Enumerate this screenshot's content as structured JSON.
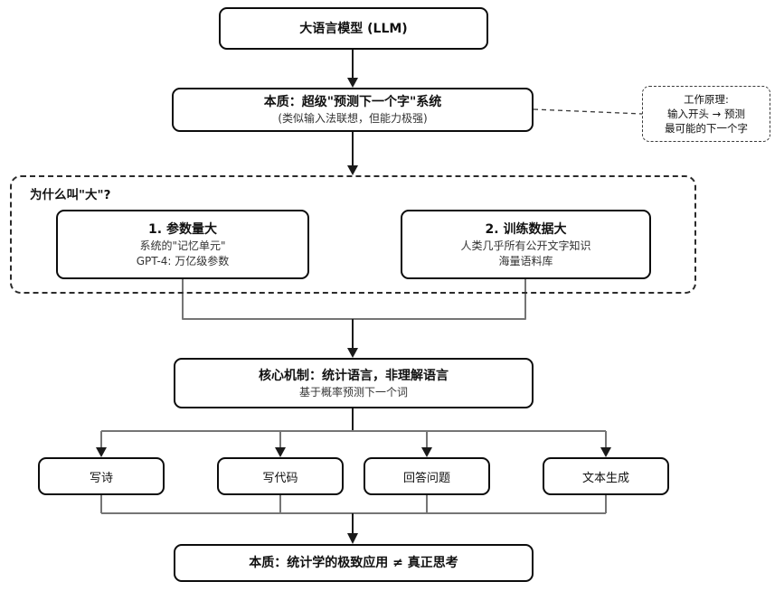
{
  "colors": {
    "box_border": "#0c0c0c",
    "dashed_border": "#2b2b2b",
    "main_arrow": "#1a1a1a",
    "merge_line": "#757575",
    "secondary_text": "#333333",
    "background": "#ffffff"
  },
  "nodes": {
    "llm": {
      "title": "大语言模型 (LLM)"
    },
    "essence": {
      "title": "本质：超级\"预测下一个字\"系统",
      "subtitle": "(类似输入法联想，但能力极强)"
    },
    "principle": {
      "line1": "工作原理:",
      "line2": "输入开头 → 预测",
      "line3": "最可能的下一个字"
    },
    "why": {
      "label": "为什么叫\"大\"?",
      "children": [
        {
          "title": "1. 参数量大",
          "line1": "系统的\"记忆单元\"",
          "line2": "GPT-4: 万亿级参数"
        },
        {
          "title": "2. 训练数据大",
          "line1": "人类几乎所有公开文字知识",
          "line2": "海量语料库"
        }
      ]
    },
    "core": {
      "title": "核心机制：统计语言，非理解语言",
      "subtitle": "基于概率预测下一个词"
    },
    "applications": [
      {
        "label": "写诗"
      },
      {
        "label": "写代码"
      },
      {
        "label": "回答问题"
      },
      {
        "label": "文本生成"
      }
    ],
    "conclusion": {
      "title": "本质：统计学的极致应用 ≠ 真正思考"
    }
  }
}
